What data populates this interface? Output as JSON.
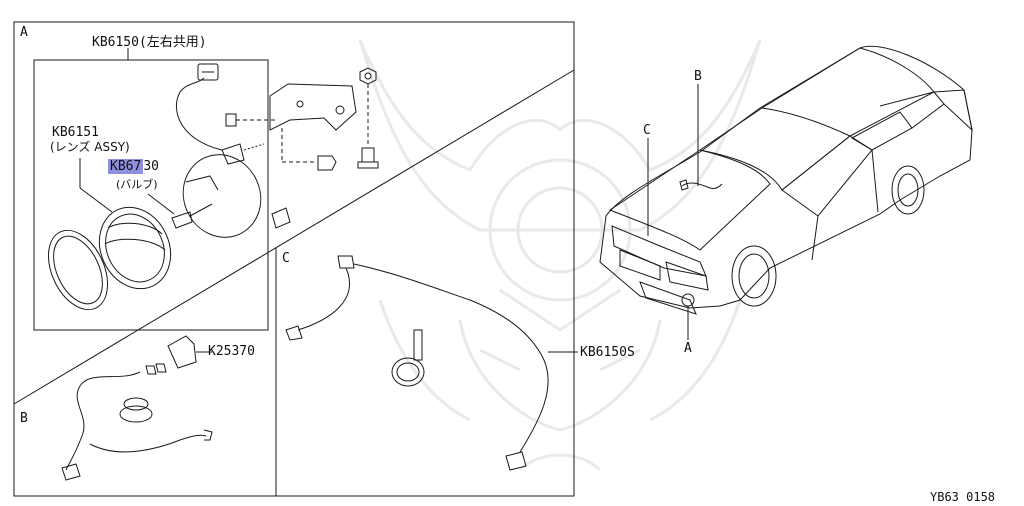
{
  "diagram_id": "YB63 0158",
  "sections": {
    "A": "A",
    "B": "B",
    "C": "C"
  },
  "parts": {
    "kb6150": "KB6150",
    "kb6150_note": "(左右共用)",
    "kb6151": "KB6151",
    "kb6151_note": "(レンズ ASSY)",
    "kb6730_hl": "KB67",
    "kb6730_rest": "30",
    "kb6730_note": "(バルブ)",
    "k25370": "K25370",
    "kb6150s": "KB6150S"
  },
  "car_callouts": {
    "a": "A",
    "b": "B",
    "c": "C"
  },
  "colors": {
    "line": "#1a1a1a",
    "highlight": "#8f8fe0",
    "watermark": "#e6e6e6"
  }
}
